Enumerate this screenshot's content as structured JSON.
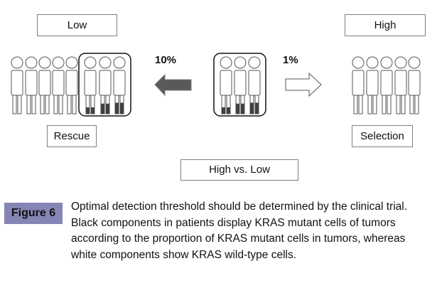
{
  "labels": {
    "low": "Low",
    "high": "High",
    "rescue": "Rescue",
    "selection": "Selection",
    "high_vs_low": "High vs. Low"
  },
  "arrows": {
    "left": {
      "label": "10%",
      "direction": "left",
      "fill": "#595959"
    },
    "right": {
      "label": "1%",
      "direction": "right",
      "fill": "#ffffff"
    }
  },
  "groups": {
    "low": {
      "patients": 8,
      "mutant_boxed": 3,
      "mutant_levels": [
        0.35,
        0.55,
        0.6
      ]
    },
    "center": {
      "patients": 3,
      "mutant_levels": [
        0.35,
        0.55,
        0.6
      ]
    },
    "high": {
      "patients": 5
    }
  },
  "figure": {
    "badge": "Figure 6",
    "caption": "Optimal detection threshold should be determined by the clinical trial. Black components in patients display KRAS mutant cells of tumors according to the proportion of KRAS mutant cells in tumors, whereas white components show KRAS wild-type cells."
  },
  "colors": {
    "badge": "#8585b5",
    "mutant": "#404040",
    "outline": "#555555"
  }
}
